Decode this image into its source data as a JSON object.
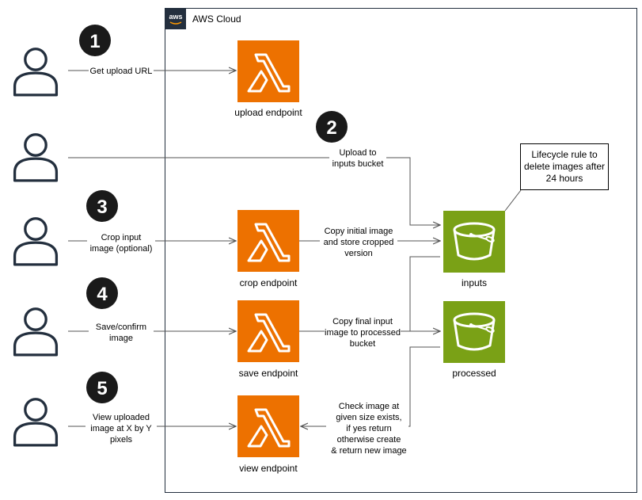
{
  "cloud": {
    "title": "AWS Cloud",
    "logo_text": "aws"
  },
  "steps": [
    "1",
    "2",
    "3",
    "4",
    "5"
  ],
  "lambdas": {
    "upload": "upload endpoint",
    "crop": "crop endpoint",
    "save": "save endpoint",
    "view": "view endpoint"
  },
  "buckets": {
    "inputs": "inputs",
    "processed": "processed"
  },
  "note": [
    "Lifecycle rule to",
    "delete images after",
    "24 hours"
  ],
  "edges": {
    "get_upload_url": "Get upload URL",
    "upload_to": [
      "Upload to",
      "inputs bucket"
    ],
    "crop_input": [
      "Crop input",
      "image (optional)"
    ],
    "save_confirm": [
      "Save/confirm",
      "image"
    ],
    "view_uploaded": [
      "View uploaded",
      "image at X by Y",
      "pixels"
    ],
    "copy_initial": [
      "Copy initial image",
      "and store cropped",
      "version"
    ],
    "copy_final": [
      "Copy final input",
      "image to processed",
      "bucket"
    ],
    "check_image": [
      "Check image at",
      "given size exists,",
      "if yes return",
      "otherwise create",
      "& return new image"
    ]
  },
  "colors": {
    "lambda": "#ED7100",
    "bucket": "#7AA116",
    "user_stroke": "#232F3E",
    "badge": "#1A1A1A",
    "line": "#555555",
    "cloud_border": "#232F3E"
  },
  "icons": [
    "user-icon",
    "lambda-icon",
    "s3-bucket-icon",
    "aws-logo-icon"
  ]
}
